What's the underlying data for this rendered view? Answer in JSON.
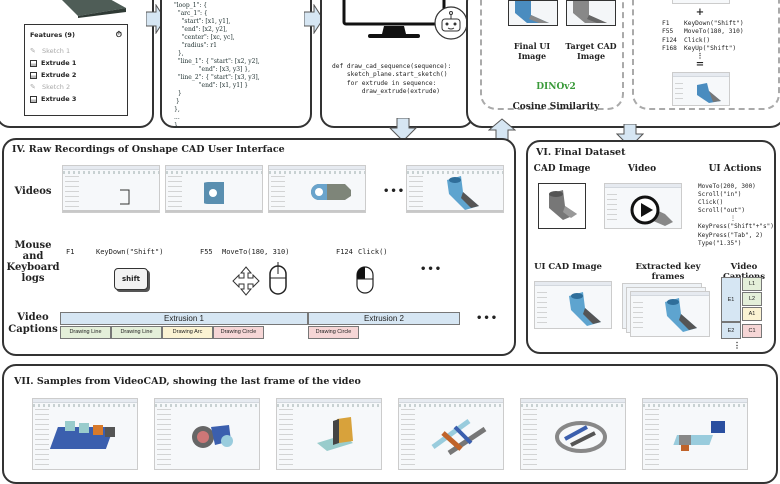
{
  "features_panel": {
    "header": "Features (9)",
    "items": [
      {
        "label": "Sketch 1",
        "type": "sketch"
      },
      {
        "label": "Extrude 1",
        "type": "extrude"
      },
      {
        "label": "Extrude 2",
        "type": "extrude"
      },
      {
        "label": "Sketch 2",
        "type": "sketch"
      },
      {
        "label": "Extrude 3",
        "type": "extrude"
      }
    ]
  },
  "json_panel": {
    "lines": [
      "\"loop_1\": {",
      "  \"arc_1\": {",
      "    \"start\": [x1, y1],",
      "    \"end\": [x2, y2],",
      "    \"center\": [xc, yc],",
      "    \"radius\": r1",
      "  },",
      "  \"line_1\": { \"start\": [x2, y2],",
      "             \"end\": [x3, y3] },",
      "  \"line_2\": { \"start\": [x3, y3],",
      "             \"end\": [x1, y1] }",
      "  }",
      " }",
      "},",
      "...",
      "}"
    ]
  },
  "agent_panel": {
    "code": [
      "def draw_cad_sequence(sequence):",
      "    sketch_plane.start_sketch()",
      "    for extrude in sequence:",
      "        draw_extrude(extrude)"
    ]
  },
  "eval_panel": {
    "final_ui_label": "Final UI Image",
    "target_cad_label": "Target CAD Image",
    "model": "DINOv2",
    "metric": "Cosine Similarity"
  },
  "replay_panel": {
    "plus": "+",
    "equals": "=",
    "actions": [
      {
        "frame": "F1",
        "action": "KeyDown(\"Shift\")"
      },
      {
        "frame": "F55",
        "action": "MoveTo(180, 310)"
      },
      {
        "frame": "F124",
        "action": "Click()"
      },
      {
        "frame": "F168",
        "action": "KeyUp(\"Shift\")"
      }
    ],
    "ellipsis": "⋮"
  },
  "raw_recordings": {
    "title": "IV. Raw Recordings of Onshape CAD User Interface",
    "videos_label": "Videos",
    "logs_label": "Mouse and Keyboard logs",
    "captions_label": "Video Captions",
    "ellipsis": "•••",
    "logs": [
      {
        "frame": "F1",
        "action": "KeyDown(\"Shift\")",
        "icon": "shift-key"
      },
      {
        "frame": "F55",
        "action": "MoveTo(180, 310)",
        "icon": "move-mouse"
      },
      {
        "frame": "F124",
        "action": "Click()",
        "icon": "mouse-click"
      }
    ],
    "shift_key_label": "shift",
    "extrusions": [
      {
        "label": "Extrusion 1",
        "steps": [
          {
            "label": "Drawing Line",
            "color": "#e4efd9"
          },
          {
            "label": "Drawing Line",
            "color": "#e4efd9"
          },
          {
            "label": "Drawing Arc",
            "color": "#fbf3d3"
          },
          {
            "label": "Drawing Circle",
            "color": "#f6d6d6"
          }
        ]
      },
      {
        "label": "Extrusion 2",
        "steps": [
          {
            "label": "Drawing Circle",
            "color": "#f6d6d6"
          }
        ]
      }
    ],
    "extrusion_color": "#d6e6f3"
  },
  "final_dataset": {
    "title": "VI. Final Dataset",
    "cad_image_label": "CAD Image",
    "video_label": "Video",
    "ui_actions_label": "UI Actions",
    "ui_actions": [
      "MoveTo(200, 300)",
      "Scroll(\"in\")",
      "Click()",
      "Scroll(\"out\")"
    ],
    "ui_actions_more": [
      "KeyPress(\"Shift\"+\"s\")",
      "KeyPress(\"Tab\", 2)",
      "Type(\"1.35\")"
    ],
    "ellipsis": "⋮",
    "ui_cad_image_label": "UI CAD Image",
    "key_frames_label": "Extracted key frames",
    "video_captions_label": "Video Captions",
    "captions_tree": {
      "E1": [
        "L1",
        "L2",
        "A1"
      ],
      "E2": [
        "C1"
      ]
    },
    "caption_colors": {
      "E": "#d6e6f3",
      "L": "#e4efd9",
      "A": "#fbf3d3",
      "C": "#f6d6d6"
    }
  },
  "samples": {
    "title": "VII. Samples from VideoCAD, showing the last frame of the video",
    "items": [
      {
        "name": "tray-with-cylinders"
      },
      {
        "name": "bushing-bracket"
      },
      {
        "name": "angle-plate"
      },
      {
        "name": "frame-with-rods"
      },
      {
        "name": "ring-with-bars"
      },
      {
        "name": "block-with-nut"
      }
    ]
  }
}
